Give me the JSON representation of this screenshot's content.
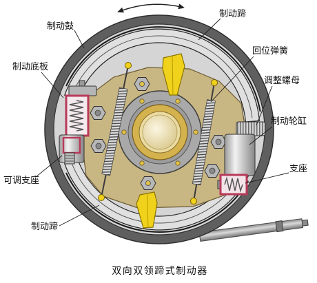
{
  "caption": "双向双领蹄式制动器",
  "labels": {
    "brake_drum": "制动鼓",
    "brake_shoe_upper": "制动蹄",
    "return_spring": "回位弹簧",
    "adjusting_nut": "调整螺母",
    "backing_plate": "制动底板",
    "wheel_cylinder": "制动轮缸",
    "support": "支座",
    "adjustable_support": "可调支座",
    "brake_shoe_lower": "制动蹄"
  },
  "colors": {
    "drum": "#5f5f5f",
    "drum_interior": "#d5d5d5",
    "backing_plate": "#c8b683",
    "anchor": "#f0d21c",
    "cylinder_frame": "#b83a5a",
    "bearing_ring": "#d4b24e"
  }
}
